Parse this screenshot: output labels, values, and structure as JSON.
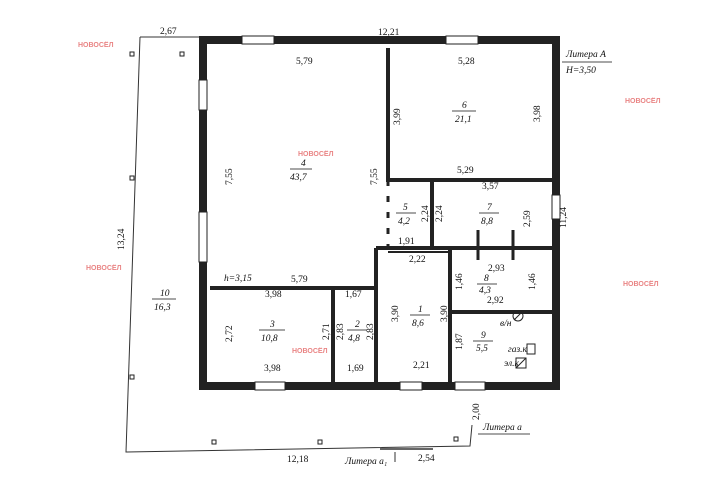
{
  "title": {
    "line1": "Литера А",
    "line2": "H=3,50"
  },
  "watermark": "НОВОСЁЛ",
  "labels": {
    "litera_a_lower": "Литера а",
    "litera_a1": "Литера а₁",
    "ceiling_height": "h=3,15",
    "gas": "газ.к",
    "electric": "эл.к",
    "water": "в/н"
  },
  "rooms": [
    {
      "num": "1",
      "area": "8,6"
    },
    {
      "num": "2",
      "area": "4,8"
    },
    {
      "num": "3",
      "area": "10,8"
    },
    {
      "num": "4",
      "area": "43,7"
    },
    {
      "num": "5",
      "area": "4,2"
    },
    {
      "num": "6",
      "area": "21,1"
    },
    {
      "num": "7",
      "area": "8,8"
    },
    {
      "num": "8",
      "area": "4,3"
    },
    {
      "num": "9",
      "area": "5,5"
    },
    {
      "num": "10",
      "area": "16,3"
    }
  ],
  "dimensions": {
    "top_left": "2,67",
    "top_total": "12,21",
    "room4_top": "5,79",
    "room6_top": "5,28",
    "room4_left": "7,55",
    "room4_right": "7,55",
    "room6_left": "3,99",
    "room6_right": "3,98",
    "mid_529": "5,29",
    "mid_357": "3,57",
    "r5_h1": "2,24",
    "r5_h2": "2,24",
    "r7_side": "2,59",
    "right_total": "11,24",
    "w191": "1,91",
    "w222": "2,22",
    "w293": "2,93",
    "h146a": "1,46",
    "h146b": "1,46",
    "w292": "2,92",
    "w579b": "5,79",
    "w398a": "3,98",
    "w167": "1,67",
    "h272": "2,72",
    "h271": "2,71",
    "h283a": "2,83",
    "h283b": "2,83",
    "h390a": "3,90",
    "h390b": "3,90",
    "h187": "1,87",
    "w398b": "3,98",
    "w169": "1,69",
    "w221": "2,21",
    "left_total": "13,24",
    "bottom_total": "12,18",
    "bottom_254": "2,54",
    "right_200": "2,00"
  }
}
